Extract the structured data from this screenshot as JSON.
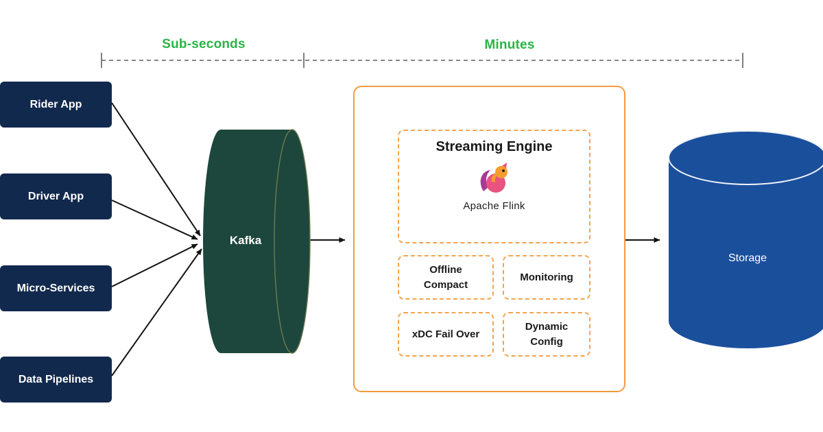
{
  "timeline": {
    "sub_seconds_label": "Sub-seconds",
    "minutes_label": "Minutes"
  },
  "sources": [
    {
      "label": "Rider App"
    },
    {
      "label": "Driver App"
    },
    {
      "label": "Micro-Services"
    },
    {
      "label": "Data Pipelines"
    }
  ],
  "kafka": {
    "label": "Kafka"
  },
  "engine": {
    "streaming": {
      "title": "Streaming Engine",
      "caption": "Apache Flink",
      "logo_icon": "apache-flink-squirrel-icon"
    },
    "modules": [
      {
        "label": "Offline\nCompact"
      },
      {
        "label": "Monitoring"
      },
      {
        "label": "xDC Fail Over"
      },
      {
        "label": "Dynamic\nConfig"
      }
    ]
  },
  "storage": {
    "label": "Storage"
  },
  "colors": {
    "timeline_green": "#28b446",
    "source_navy": "#12294e",
    "kafka_green": "#1d473c",
    "engine_orange": "#f49a3f",
    "storage_blue": "#1a4f9c",
    "arrow_black": "#111111"
  }
}
